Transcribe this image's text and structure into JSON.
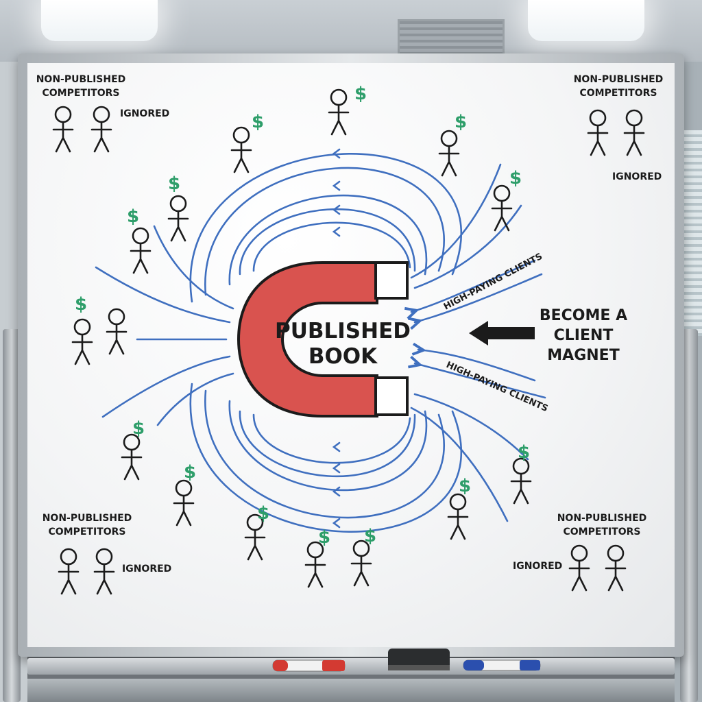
{
  "board": {
    "title_line1": "PUBLISHED",
    "title_line2": "BOOK",
    "tagline_line1": "BECOME A",
    "tagline_line2": "CLIENT",
    "tagline_line3": "MAGNET",
    "clients_label_top": "HIGH-PAYING CLIENTS",
    "clients_label_bottom": "HIGH-PAYING CLIENTS",
    "competitors_label_line1": "NON-PUBLISHED",
    "competitors_label_line2": "COMPETITORS",
    "ignored_label": "IGNORED",
    "money_symbol": "$"
  },
  "colors": {
    "magnet_red": "#d9534f",
    "field_lines_blue": "#3f6fbf",
    "money_green": "#2e9e6a",
    "marker_black": "#1b1b1b"
  },
  "icons": {
    "magnet": "horseshoe-magnet-icon",
    "arrow": "left-arrow-icon",
    "figure": "stick-figure-icon"
  },
  "accessories": {
    "red_marker": "red-marker",
    "blue_marker": "blue-marker",
    "eraser": "eraser"
  }
}
